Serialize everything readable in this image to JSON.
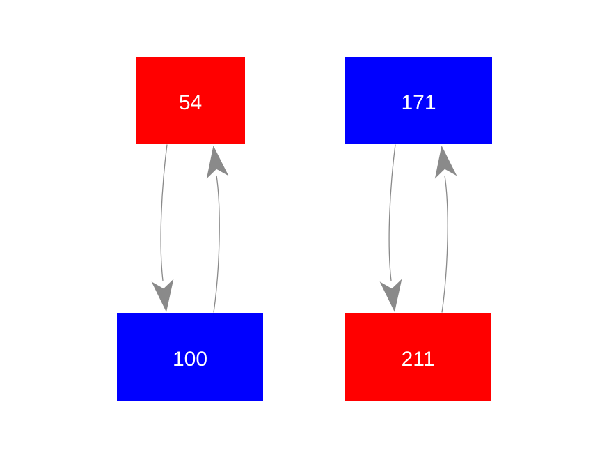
{
  "diagram": {
    "background_color": "#ffffff",
    "arrow_color": "#8a8a8a",
    "label_color": "#ffffff",
    "nodes": [
      {
        "position": "top-left",
        "label": "54",
        "color": "#ff0000"
      },
      {
        "position": "top-right",
        "label": "171",
        "color": "#0000ff"
      },
      {
        "position": "bottom-left",
        "label": "100",
        "color": "#0000ff"
      },
      {
        "position": "bottom-right",
        "label": "211",
        "color": "#ff0000"
      }
    ],
    "edges": [
      {
        "from": "54",
        "to": "100",
        "direction": "down"
      },
      {
        "from": "100",
        "to": "54",
        "direction": "up"
      },
      {
        "from": "171",
        "to": "211",
        "direction": "down"
      },
      {
        "from": "211",
        "to": "171",
        "direction": "up"
      }
    ]
  }
}
